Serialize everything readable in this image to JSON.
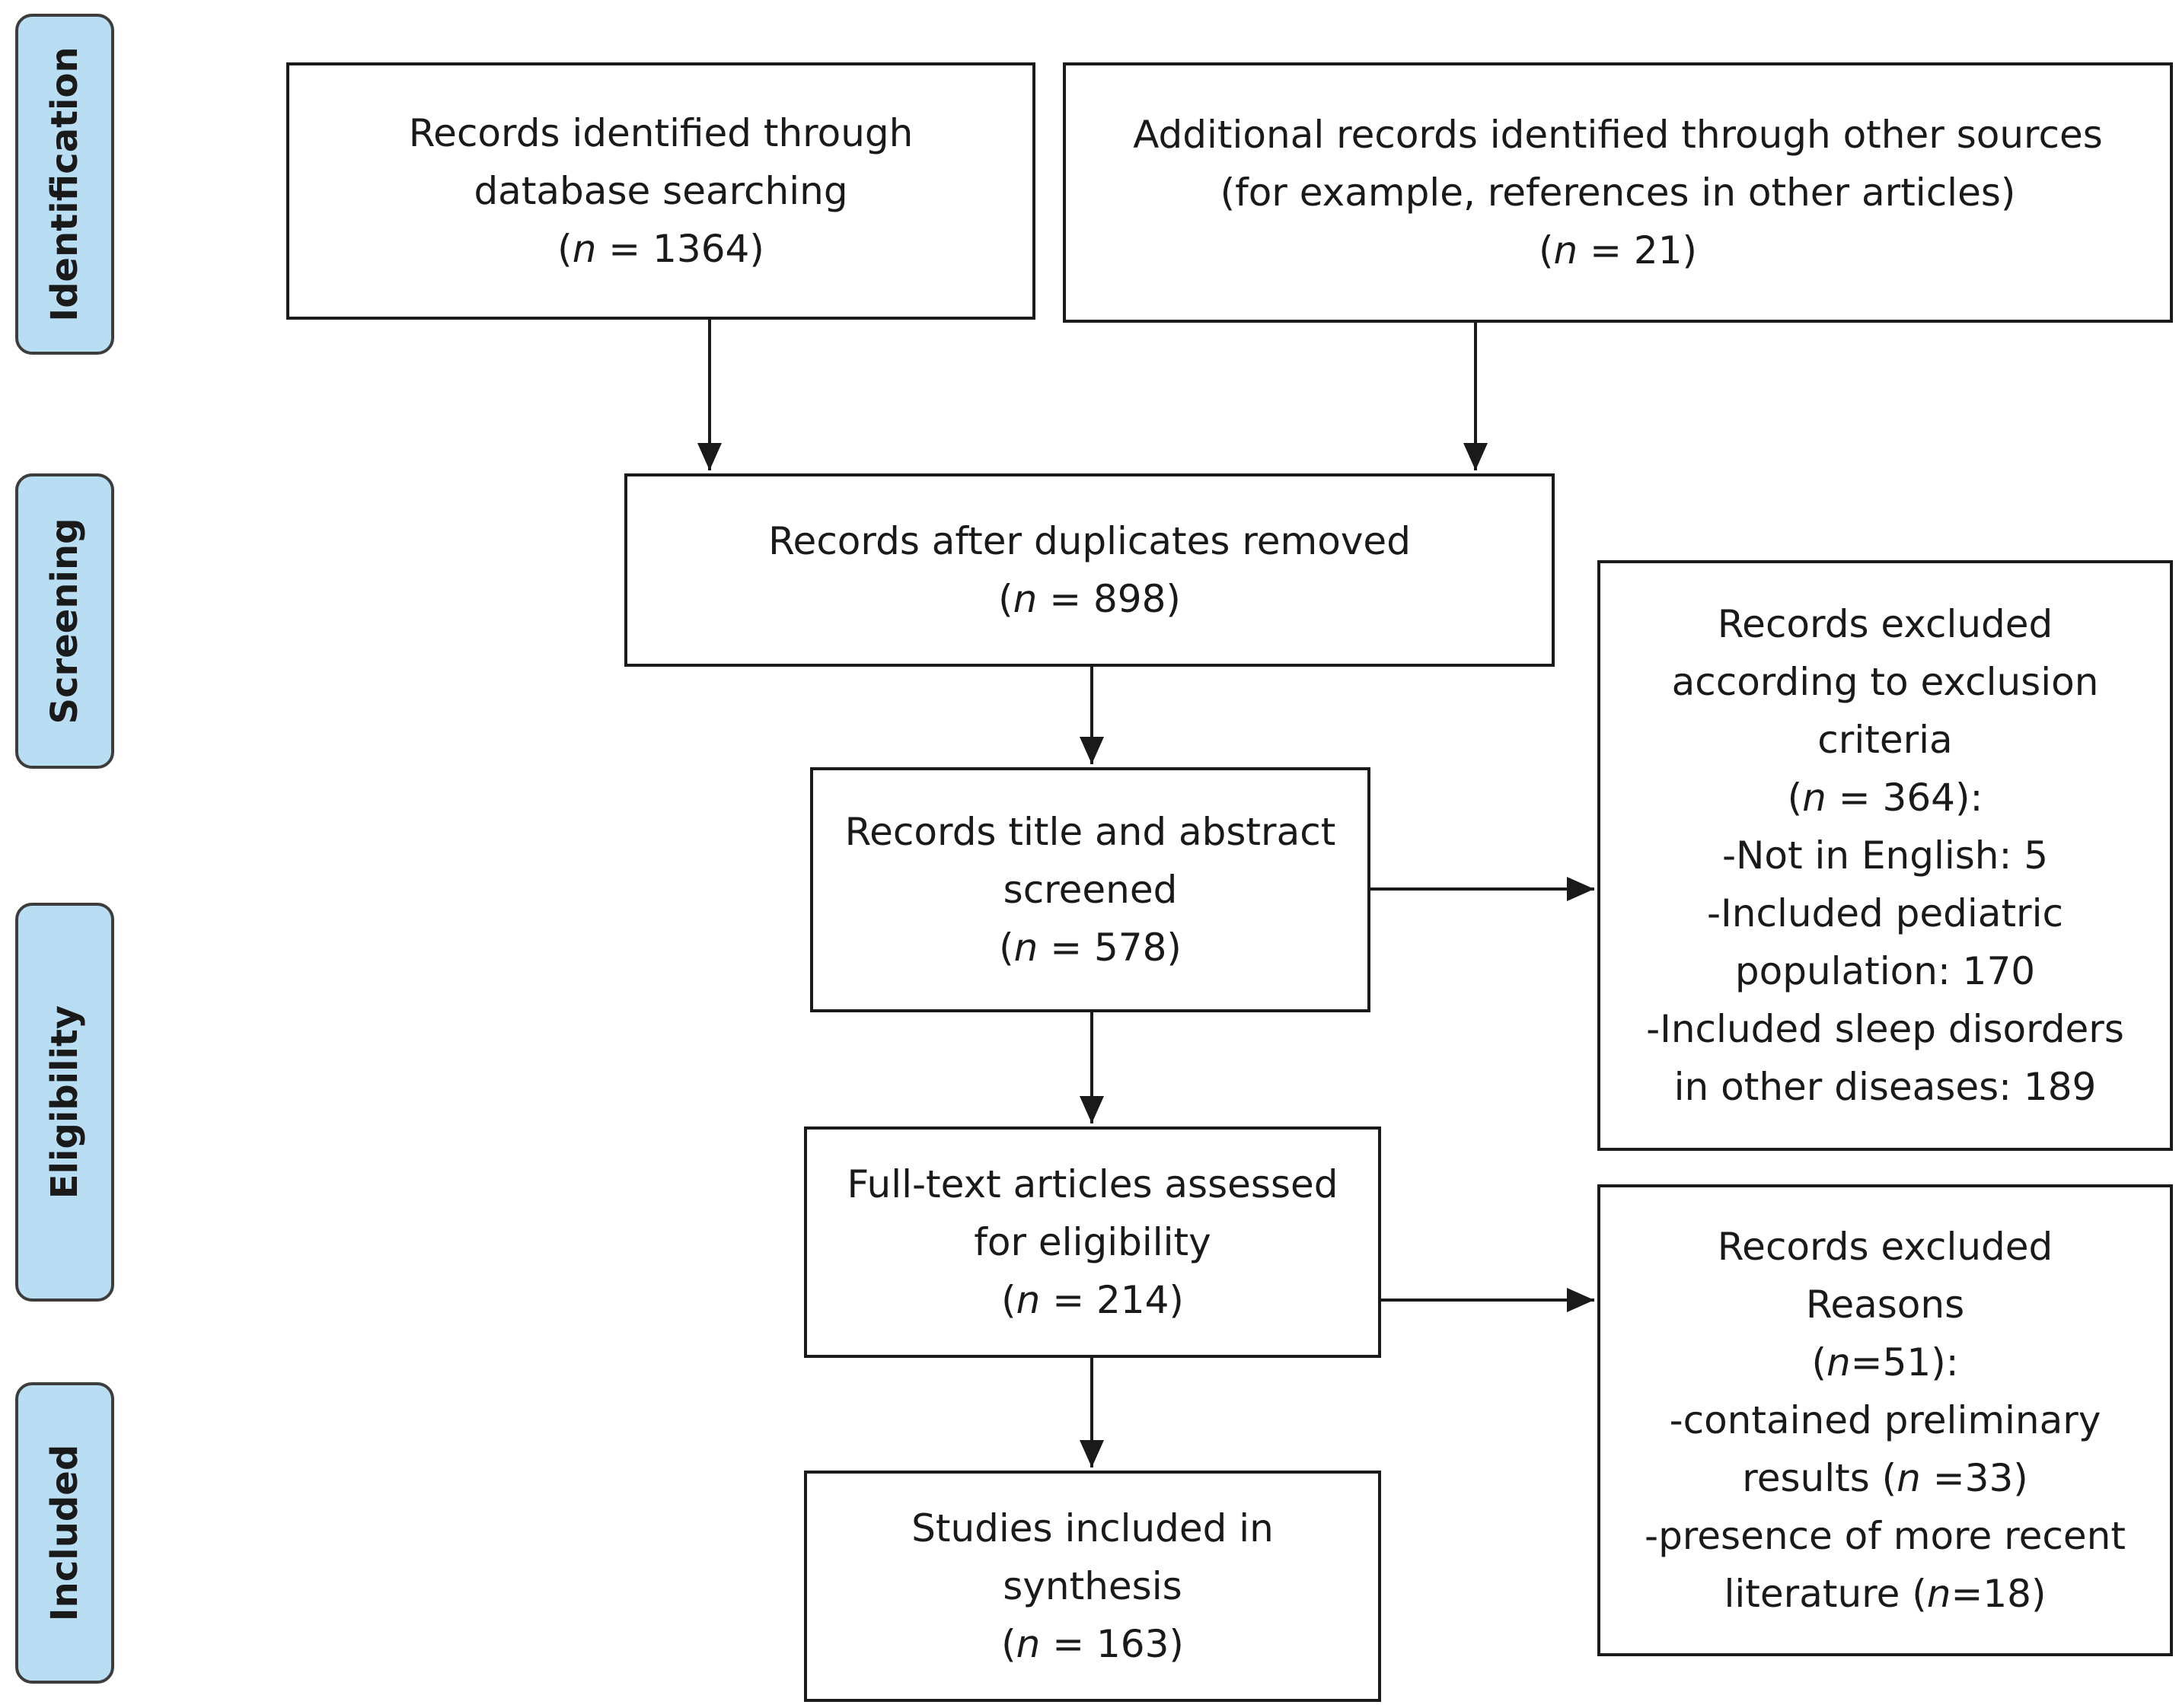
{
  "stages": {
    "identification": "Identification",
    "screening": "Screening",
    "eligibility": "Eligibility",
    "included": "Included"
  },
  "boxes": {
    "database_search": {
      "lines": [
        "Records identified through",
        "database searching"
      ],
      "count": {
        "pre": "(",
        "n": "n",
        "post": " = 1364)"
      }
    },
    "other_sources": {
      "lines": [
        "Additional records identified through other sources",
        "(for example, references in other articles)"
      ],
      "count": {
        "pre": "(",
        "n": "n",
        "post": " = 21)"
      }
    },
    "duplicates_removed": {
      "lines": [
        "Records after duplicates removed"
      ],
      "count": {
        "pre": "(",
        "n": "n",
        "post": " = 898)"
      }
    },
    "screened": {
      "lines": [
        "Records title and abstract",
        "screened"
      ],
      "count": {
        "pre": "(",
        "n": "n",
        "post": " = 578)"
      }
    },
    "excluded_criteria": {
      "lines_before": [
        "Records excluded",
        "according to exclusion",
        "criteria"
      ],
      "count": {
        "pre": "(",
        "n": "n",
        "post": " = 364):"
      },
      "lines_after": [
        "-Not in English: 5",
        "-Included pediatric",
        "population: 170",
        "-Included sleep disorders",
        "in other diseases: 189"
      ]
    },
    "full_text": {
      "lines": [
        "Full-text articles assessed",
        "for eligibility"
      ],
      "count": {
        "pre": "(",
        "n": "n",
        "post": " = 214)"
      }
    },
    "excluded_reasons": {
      "lines_before": [
        "Records excluded",
        "Reasons"
      ],
      "count": {
        "pre": "(",
        "n": "n",
        "post": "=51):"
      },
      "lines_after_1": "-contained preliminary",
      "results": {
        "pre": "results (",
        "n": "n",
        "post": " =33)"
      },
      "lines_after_2": "-presence of more recent",
      "literature": {
        "pre": "literature (",
        "n": "n",
        "post": "=18)"
      }
    },
    "included": {
      "lines": [
        "Studies included in",
        "synthesis"
      ],
      "count": {
        "pre": "(",
        "n": "n",
        "post": " = 163)"
      }
    }
  }
}
